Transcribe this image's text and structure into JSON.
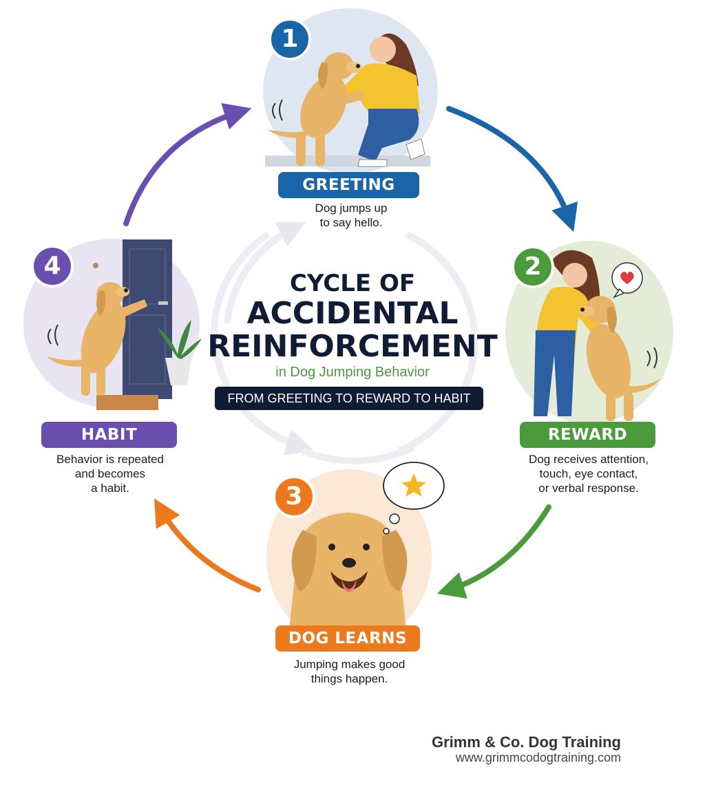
{
  "center": {
    "line1": "CYCLE OF",
    "line2": "ACCIDENTAL",
    "line3": "REINFORCEMENT",
    "subtitle": "in Dog Jumping Behavior",
    "banner": "FROM GREETING TO REWARD TO HABIT"
  },
  "steps": [
    {
      "number": "1",
      "label": "GREETING",
      "desc_line1": "Dog jumps up",
      "desc_line2": "to say hello.",
      "desc_line3": "",
      "color": "#1a64a8"
    },
    {
      "number": "2",
      "label": "REWARD",
      "desc_line1": "Dog receives attention,",
      "desc_line2": "touch, eye contact,",
      "desc_line3": "or verbal response.",
      "color": "#4b9a3c"
    },
    {
      "number": "3",
      "label": "DOG LEARNS",
      "desc_line1": "Jumping makes good",
      "desc_line2": "things happen.",
      "desc_line3": "",
      "color": "#ec7a1c"
    },
    {
      "number": "4",
      "label": "HABIT",
      "desc_line1": "Behavior is repeated",
      "desc_line2": "and becomes",
      "desc_line3": "a habit.",
      "color": "#6a4fb0"
    }
  ],
  "footer": {
    "name": "Grimm & Co. Dog Training",
    "url": "www.grimmcodogtraining.com"
  },
  "colors": {
    "navy": "#0f1c33",
    "blue": "#1a64a8",
    "green": "#4b9a3c",
    "orange": "#ec7a1c",
    "purple": "#6a4fb0"
  }
}
